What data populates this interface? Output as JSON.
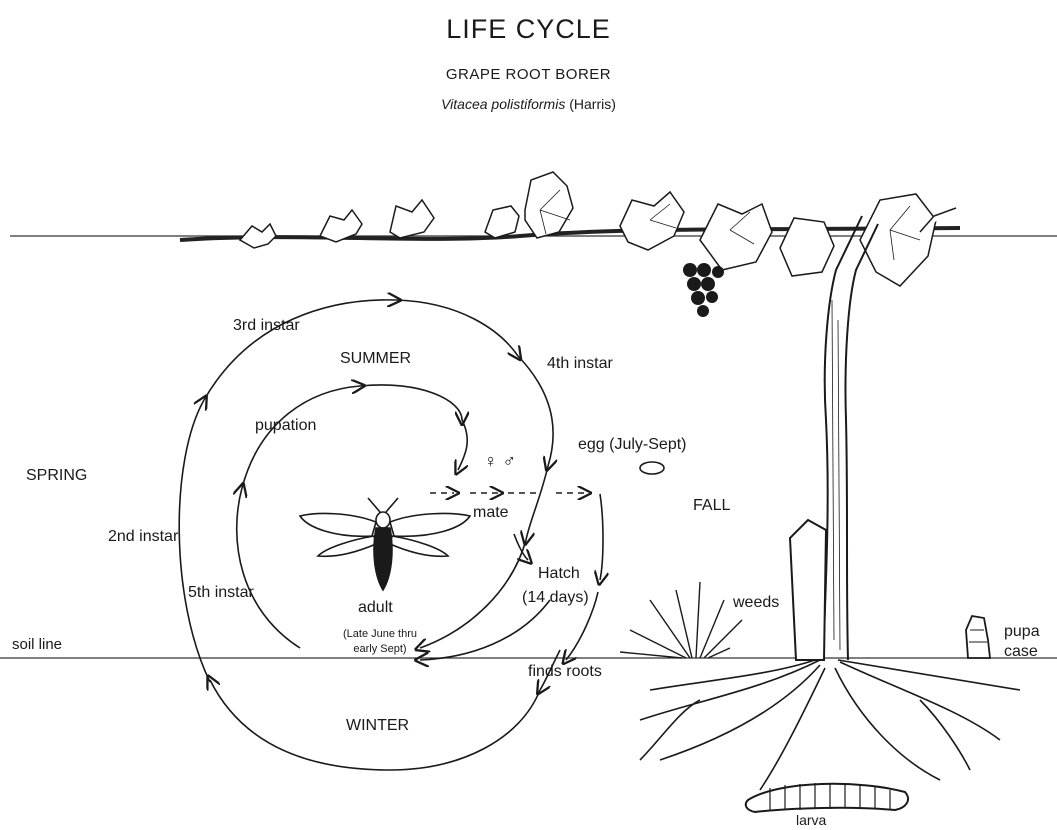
{
  "header": {
    "title": "LIFE CYCLE",
    "subtitle": "GRAPE ROOT BORER",
    "species": "Vitacea polistiformis",
    "author": "(Harris)"
  },
  "seasons": {
    "spring": "SPRING",
    "summer": "SUMMER",
    "fall": "FALL",
    "winter": "WINTER"
  },
  "stages": {
    "instar2": "2nd instar",
    "instar3": "3rd instar",
    "instar4": "4th instar",
    "instar5": "5th instar",
    "pupation": "pupation",
    "mate": "mate",
    "sex_symbols": "♀ ♂",
    "egg": "egg (July-Sept)",
    "hatch": "Hatch",
    "hatch_days": "(14 days)",
    "finds_roots": "finds roots",
    "adult": "adult",
    "adult_period_1": "(Late June thru",
    "adult_period_2": "early Sept)"
  },
  "scene": {
    "soil_line": "soil line",
    "weeds": "weeds",
    "pupa_1": "pupa",
    "pupa_2": "case",
    "larva": "larva"
  }
}
